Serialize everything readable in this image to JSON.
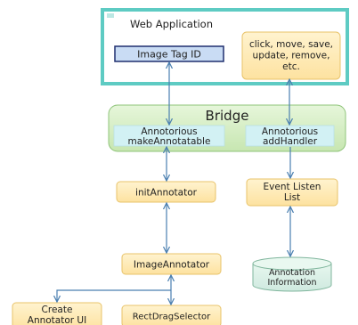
{
  "web_application": {
    "title": "Web Application",
    "image_tag_id": "Image Tag ID",
    "actions_lines": [
      "click, move, save,",
      "update, remove,",
      "etc."
    ]
  },
  "bridge": {
    "title": "Bridge",
    "make_annotatable_lines": [
      "Annotorious",
      "makeAnnotatable"
    ],
    "add_handler_lines": [
      "Annotorious",
      "addHandler"
    ]
  },
  "init_annotator": "initAnnotator",
  "event_listen_list_lines": [
    "Event Listen",
    "List"
  ],
  "image_annotator": "ImageAnnotator",
  "annotation_information_lines": [
    "Annotation",
    "Information"
  ],
  "create_annotator_ui_lines": [
    "Create",
    "Annotator UI"
  ],
  "rect_drag_selector": "RectDragSelector",
  "colors": {
    "frame_teal": "#5ecbc3",
    "yellow_fill": "#fde9b0",
    "yellow_stroke": "#e8c36a",
    "blue_fill": "#c9dcf4",
    "navy_stroke": "#1f2e6e",
    "bridge_fill": "#d6efc4",
    "bridge_stroke": "#8fc47a",
    "cyan_fill": "#d2f1f4",
    "arrow": "#4a7fb0"
  }
}
